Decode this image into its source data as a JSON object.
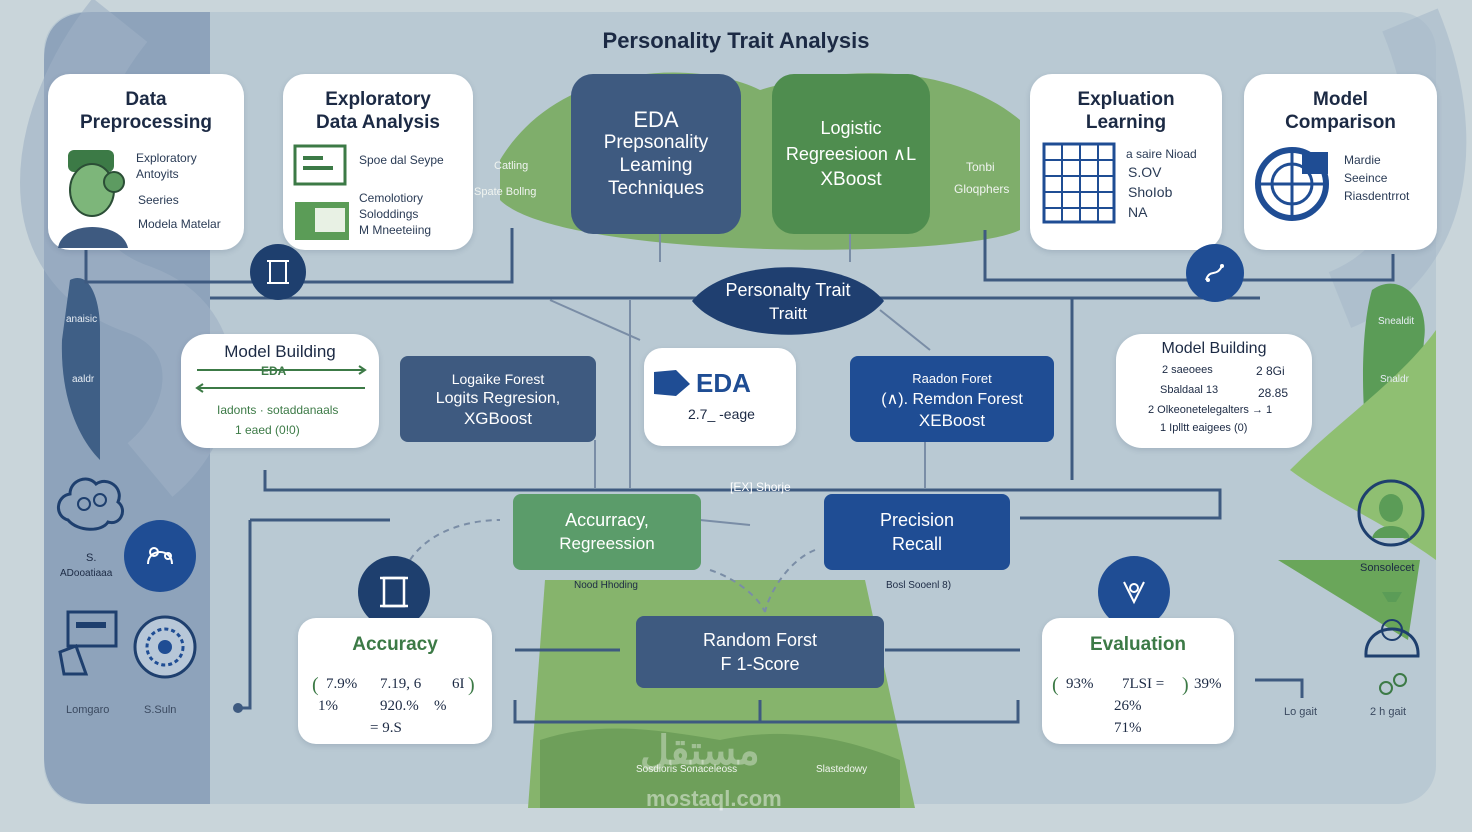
{
  "title": "Personality Trait Analysis",
  "cards": {
    "data_preprocessing": {
      "title": [
        "Data",
        "Preprocessing"
      ],
      "items": [
        "Exploratory",
        "Antoyits",
        "Seeries",
        "Modela Matelar"
      ]
    },
    "exploratory": {
      "title": [
        "Exploratory",
        "Data Analysis"
      ],
      "items": [
        "Spoe dal Seype",
        "Cemolotiory",
        "Soloddings",
        "M Mneeteiing"
      ]
    },
    "expluation": {
      "title": [
        "Expluation",
        "Learning"
      ],
      "items": [
        "a saire Nioad",
        "S.OV",
        "ShoIob",
        "NA"
      ]
    },
    "model_comparison": {
      "title": [
        "Model",
        "Comparison"
      ],
      "items": [
        "Mardie",
        "Seeince",
        "Riasdentrrot"
      ]
    },
    "model_building_left": {
      "title": "Model Building",
      "items": [
        "EDA",
        "Iadonts · sotaddanaals",
        "1 eaed (0!0)"
      ]
    },
    "model_building_right": {
      "title": "Model Building",
      "items": [
        "2 saeoees",
        "2 8Gi",
        "Sbaldaal 13",
        "28.85",
        "2 Olkeonetelegalters → 1",
        "1 Iplltt eaigees (0)"
      ]
    },
    "eda_small": {
      "title": "EDA",
      "sub": "2.7_ -eage"
    },
    "accuracy": {
      "title": "Accuracy",
      "rows": [
        "7.9%",
        "7.19, 6",
        "6I",
        "1%",
        "920.%",
        "%",
        "= 9.S"
      ]
    },
    "evaluation": {
      "title": "Evaluation",
      "rows": [
        "93%",
        "7LSI =",
        "39%",
        "26%",
        "71%"
      ]
    }
  },
  "boxes": {
    "eda_main": [
      "EDA",
      "Prepsonality",
      "Leaming",
      "Techniques"
    ],
    "logistic_top": [
      "Logistic",
      "Regreesioon ∧L",
      "XBoost"
    ],
    "center": [
      "Personalty Trait",
      "Traitt"
    ],
    "logaike": [
      "Logaike Forest",
      "Logits Regresion,",
      "XGBoost"
    ],
    "random_forest_top": [
      "Raadon Foret",
      "(∧). Remdon Forest",
      "XEBoost"
    ],
    "accuracy_reg": [
      "Accurracy,",
      "Regreession"
    ],
    "precision": [
      "Precision",
      "Recall"
    ],
    "random_forst": [
      "Random Forst",
      "F 1-Score"
    ]
  },
  "labels": {
    "caring": "Catling",
    "spate": "Spate Bollng",
    "tonbi": "Tonbi",
    "gloopers": "Gloqphers",
    "eda_shorje": "[EX] Shorje",
    "nood": "Nood Hhoding",
    "bosl": "Bosl Sooenl 8)",
    "left_a": "anaisic",
    "left_b": "aaldr",
    "right_a": "Snealdit",
    "right_b": "Snaldr",
    "left_s": "S.",
    "left_alt": "ADooatiaaa",
    "lomgaro": "Lomgaro",
    "sbuln": "S.Suln",
    "sonsrelecet": "Sonsolecet",
    "lo_gait": "Lo gait",
    "two_gait": "2 h gait",
    "bottom": "Sosdioris Sonaceleoss",
    "bottom_b": "Slastedowy",
    "watermark_ar": "مستقل",
    "watermark": "mostaql.com"
  },
  "colors": {
    "navy": "#3e5a80",
    "blue": "#1f4d94",
    "green": "#5b9c57",
    "dark": "#1e3f6e",
    "background": "#c9d5da"
  },
  "icons": [
    "person-icon",
    "chart-icon",
    "table-grid-icon",
    "globe-icon",
    "scroll-icon",
    "cloud-brain-icon",
    "gear-circle-icon",
    "wave-icon",
    "spiral-icon",
    "face-icon",
    "funnel-icon"
  ]
}
